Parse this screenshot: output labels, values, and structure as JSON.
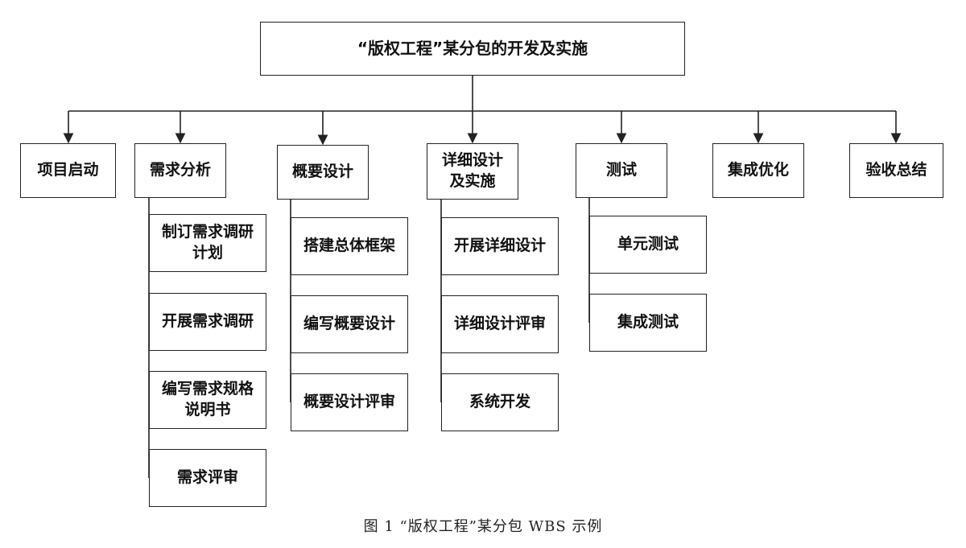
{
  "root": {
    "title": "“版权工程”某分包的开发及实施"
  },
  "phases": [
    {
      "label": "项目启动",
      "tasks": []
    },
    {
      "label": "需求分析",
      "tasks": [
        "制订需求调研\n计划",
        "开展需求调研",
        "编写需求规格\n说明书",
        "需求评审"
      ]
    },
    {
      "label": "概要设计",
      "tasks": [
        "搭建总体框架",
        "编写概要设计",
        "概要设计评审"
      ]
    },
    {
      "label": "详细设计\n及实施",
      "tasks": [
        "开展详细设计",
        "详细设计评审",
        "系统开发"
      ]
    },
    {
      "label": "测试",
      "tasks": [
        "单元测试",
        "集成测试"
      ]
    },
    {
      "label": "集成优化",
      "tasks": []
    },
    {
      "label": "验收总结",
      "tasks": []
    }
  ],
  "caption": "图 1   “版权工程”某分包 WBS 示例"
}
